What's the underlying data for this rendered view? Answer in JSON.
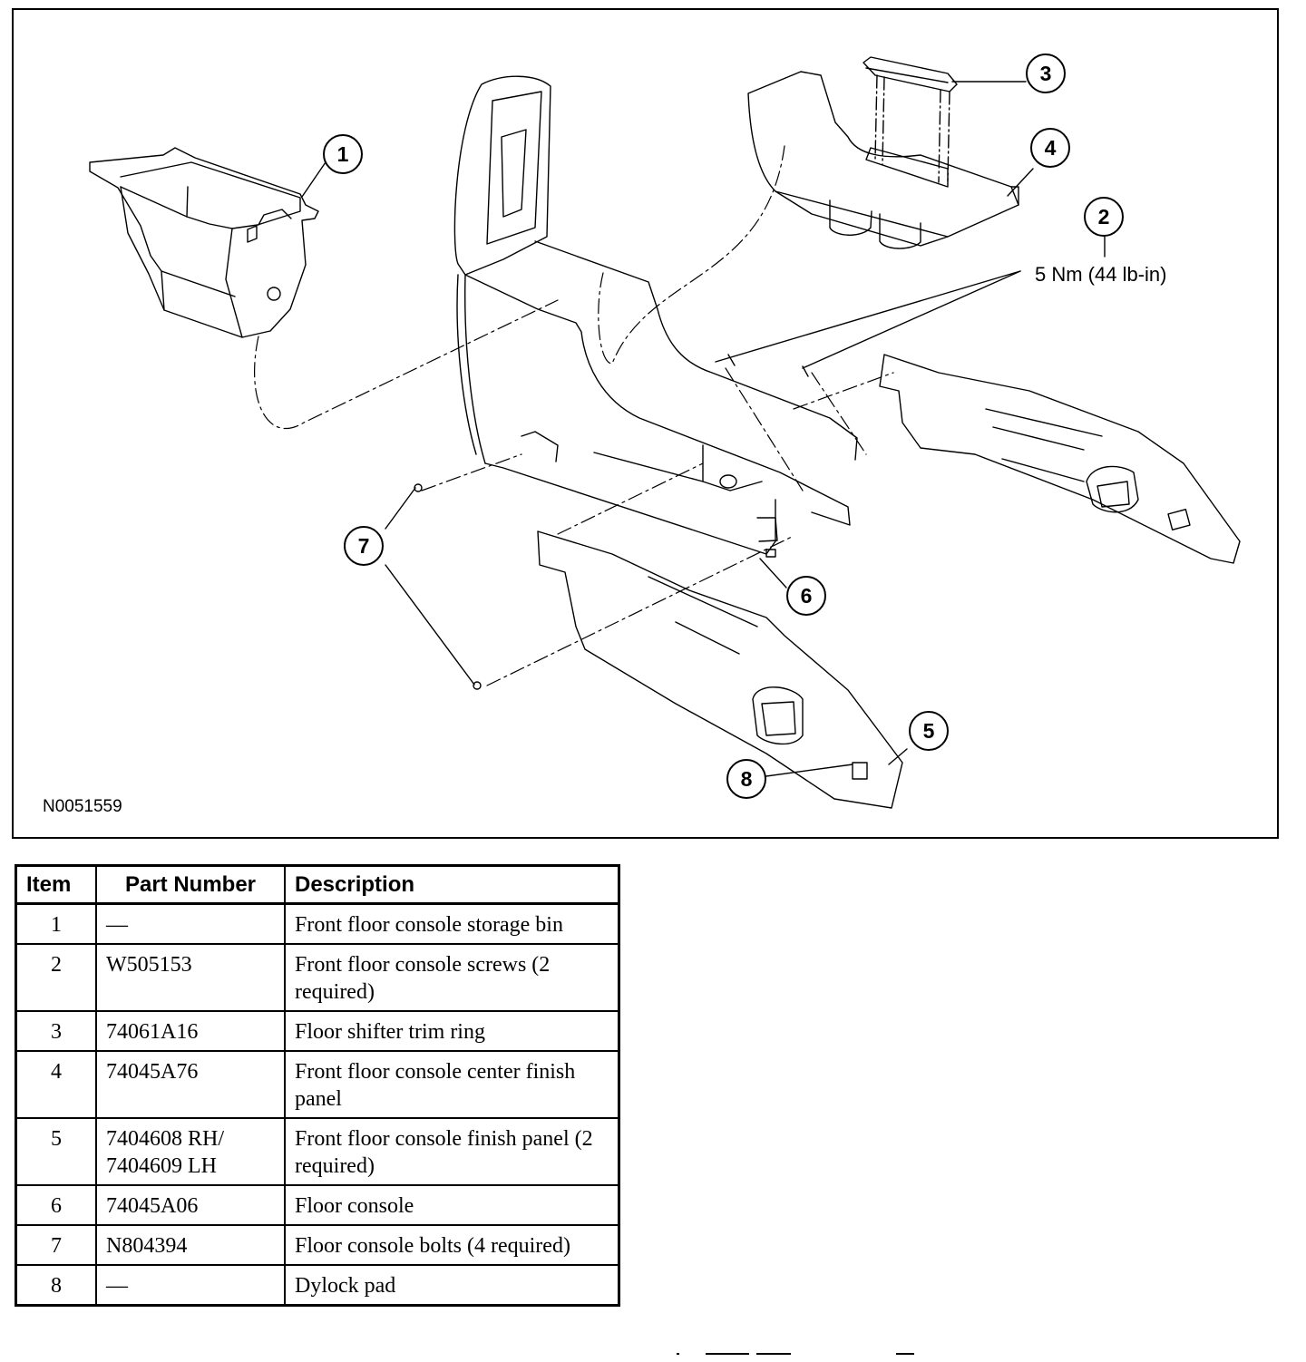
{
  "figure": {
    "id": "N0051559",
    "torque_spec": "5 Nm (44 lb-in)",
    "callouts": [
      "1",
      "2",
      "3",
      "4",
      "5",
      "6",
      "7",
      "8"
    ]
  },
  "parts_table": {
    "headers": [
      "Item",
      "Part Number",
      "Description"
    ],
    "rows": [
      {
        "item": "1",
        "part_number": "—",
        "description": "Front floor console storage bin"
      },
      {
        "item": "2",
        "part_number": "W505153",
        "description": "Front floor console screws (2 required)"
      },
      {
        "item": "3",
        "part_number": "74061A16",
        "description": "Floor shifter trim ring"
      },
      {
        "item": "4",
        "part_number": "74045A76",
        "description": "Front floor console center finish panel"
      },
      {
        "item": "5",
        "part_number": "7404608 RH/ 7404609 LH",
        "description": "Front floor console finish panel (2 required)"
      },
      {
        "item": "6",
        "part_number": "74045A06",
        "description": "Floor console"
      },
      {
        "item": "7",
        "part_number": "N804394",
        "description": "Floor console bolts (4 required)"
      },
      {
        "item": "8",
        "part_number": "—",
        "description": "Dylock pad"
      }
    ]
  }
}
